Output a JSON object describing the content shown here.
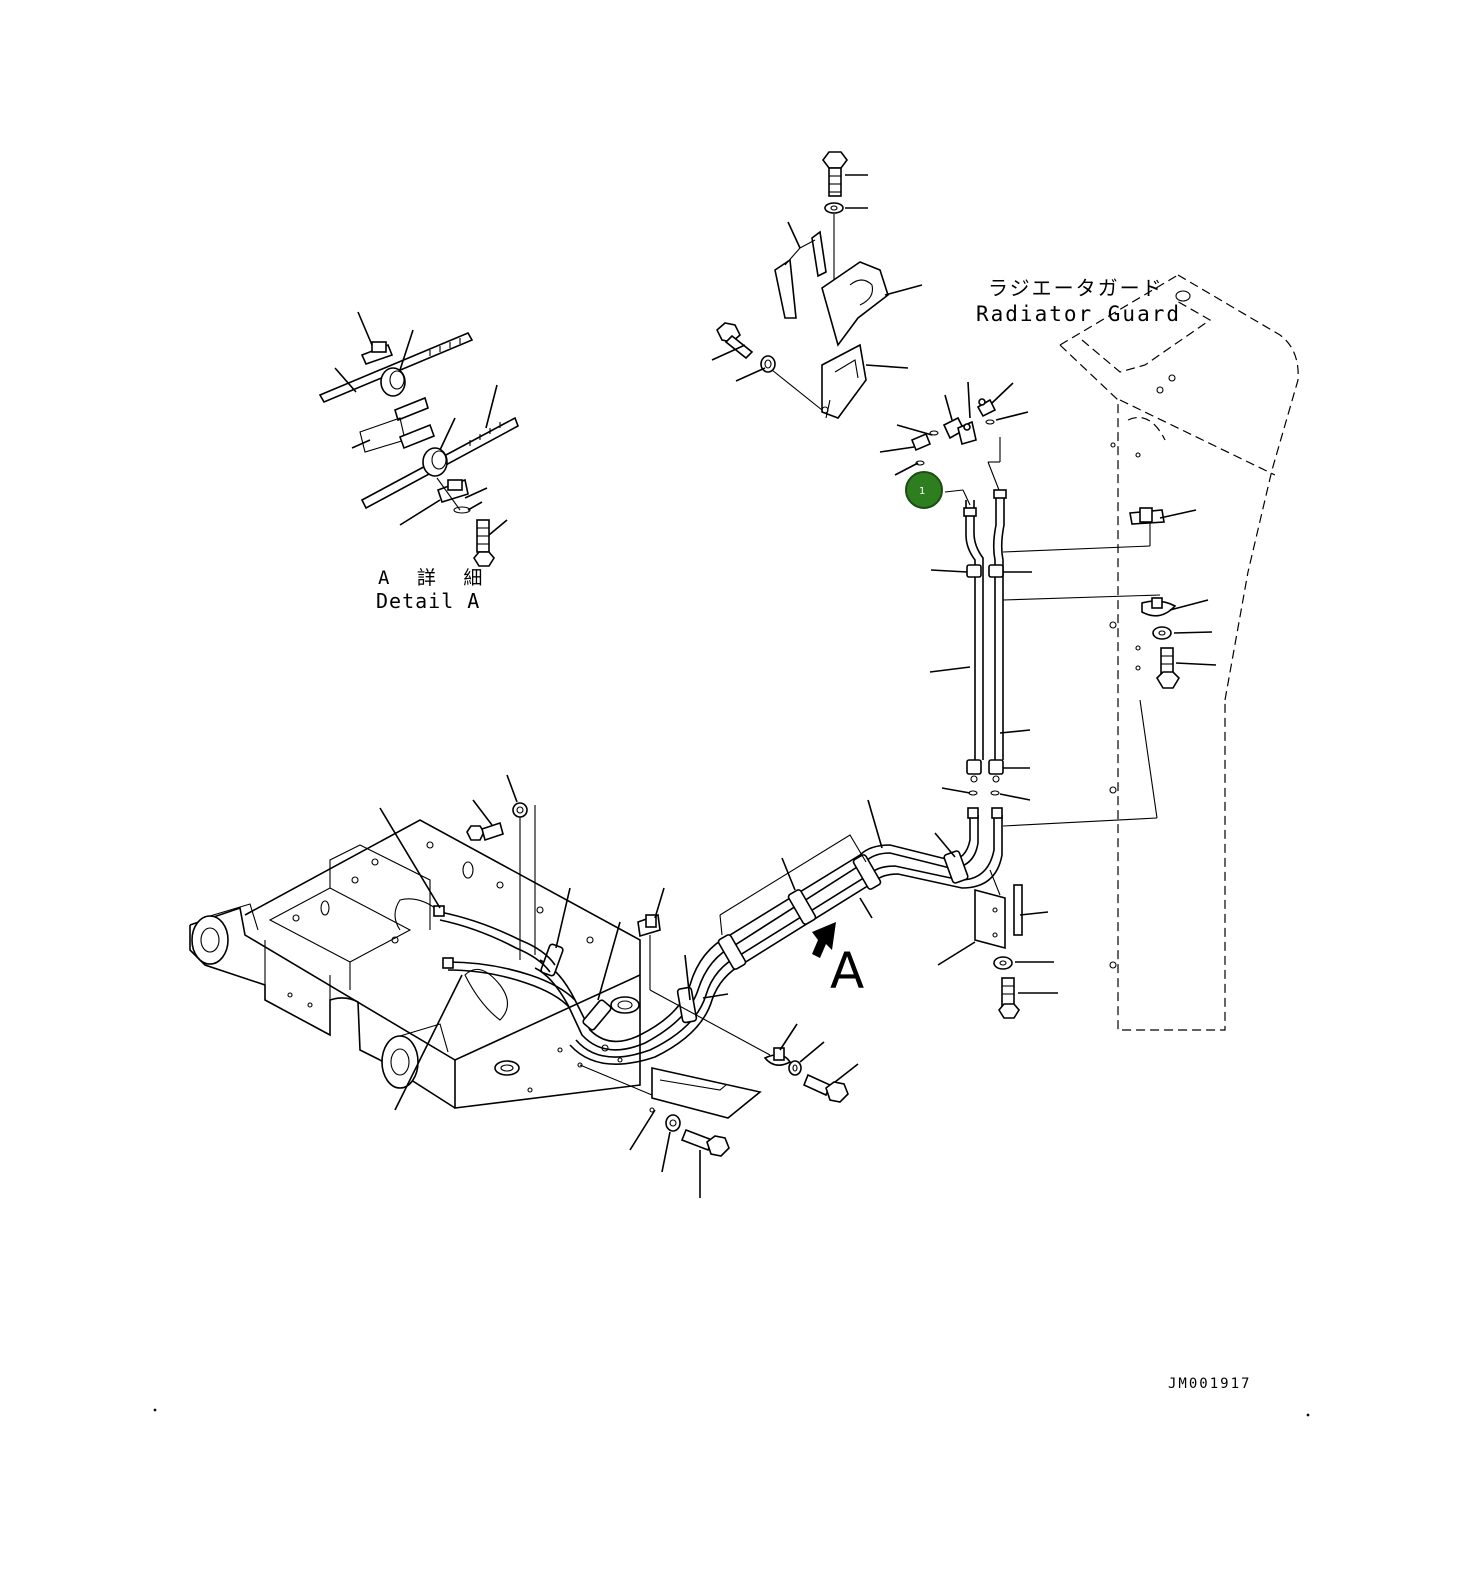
{
  "labels": {
    "radiator_guard_jp": "ラジエータガード",
    "radiator_guard_en": "Radiator Guard",
    "detail_a_jp": "A 詳 細",
    "detail_a_en": "Detail A",
    "view_arrow": "A",
    "drawing_number": "JM001917"
  },
  "callouts": [
    {
      "id": "1",
      "color": "#2e7d1f"
    }
  ]
}
